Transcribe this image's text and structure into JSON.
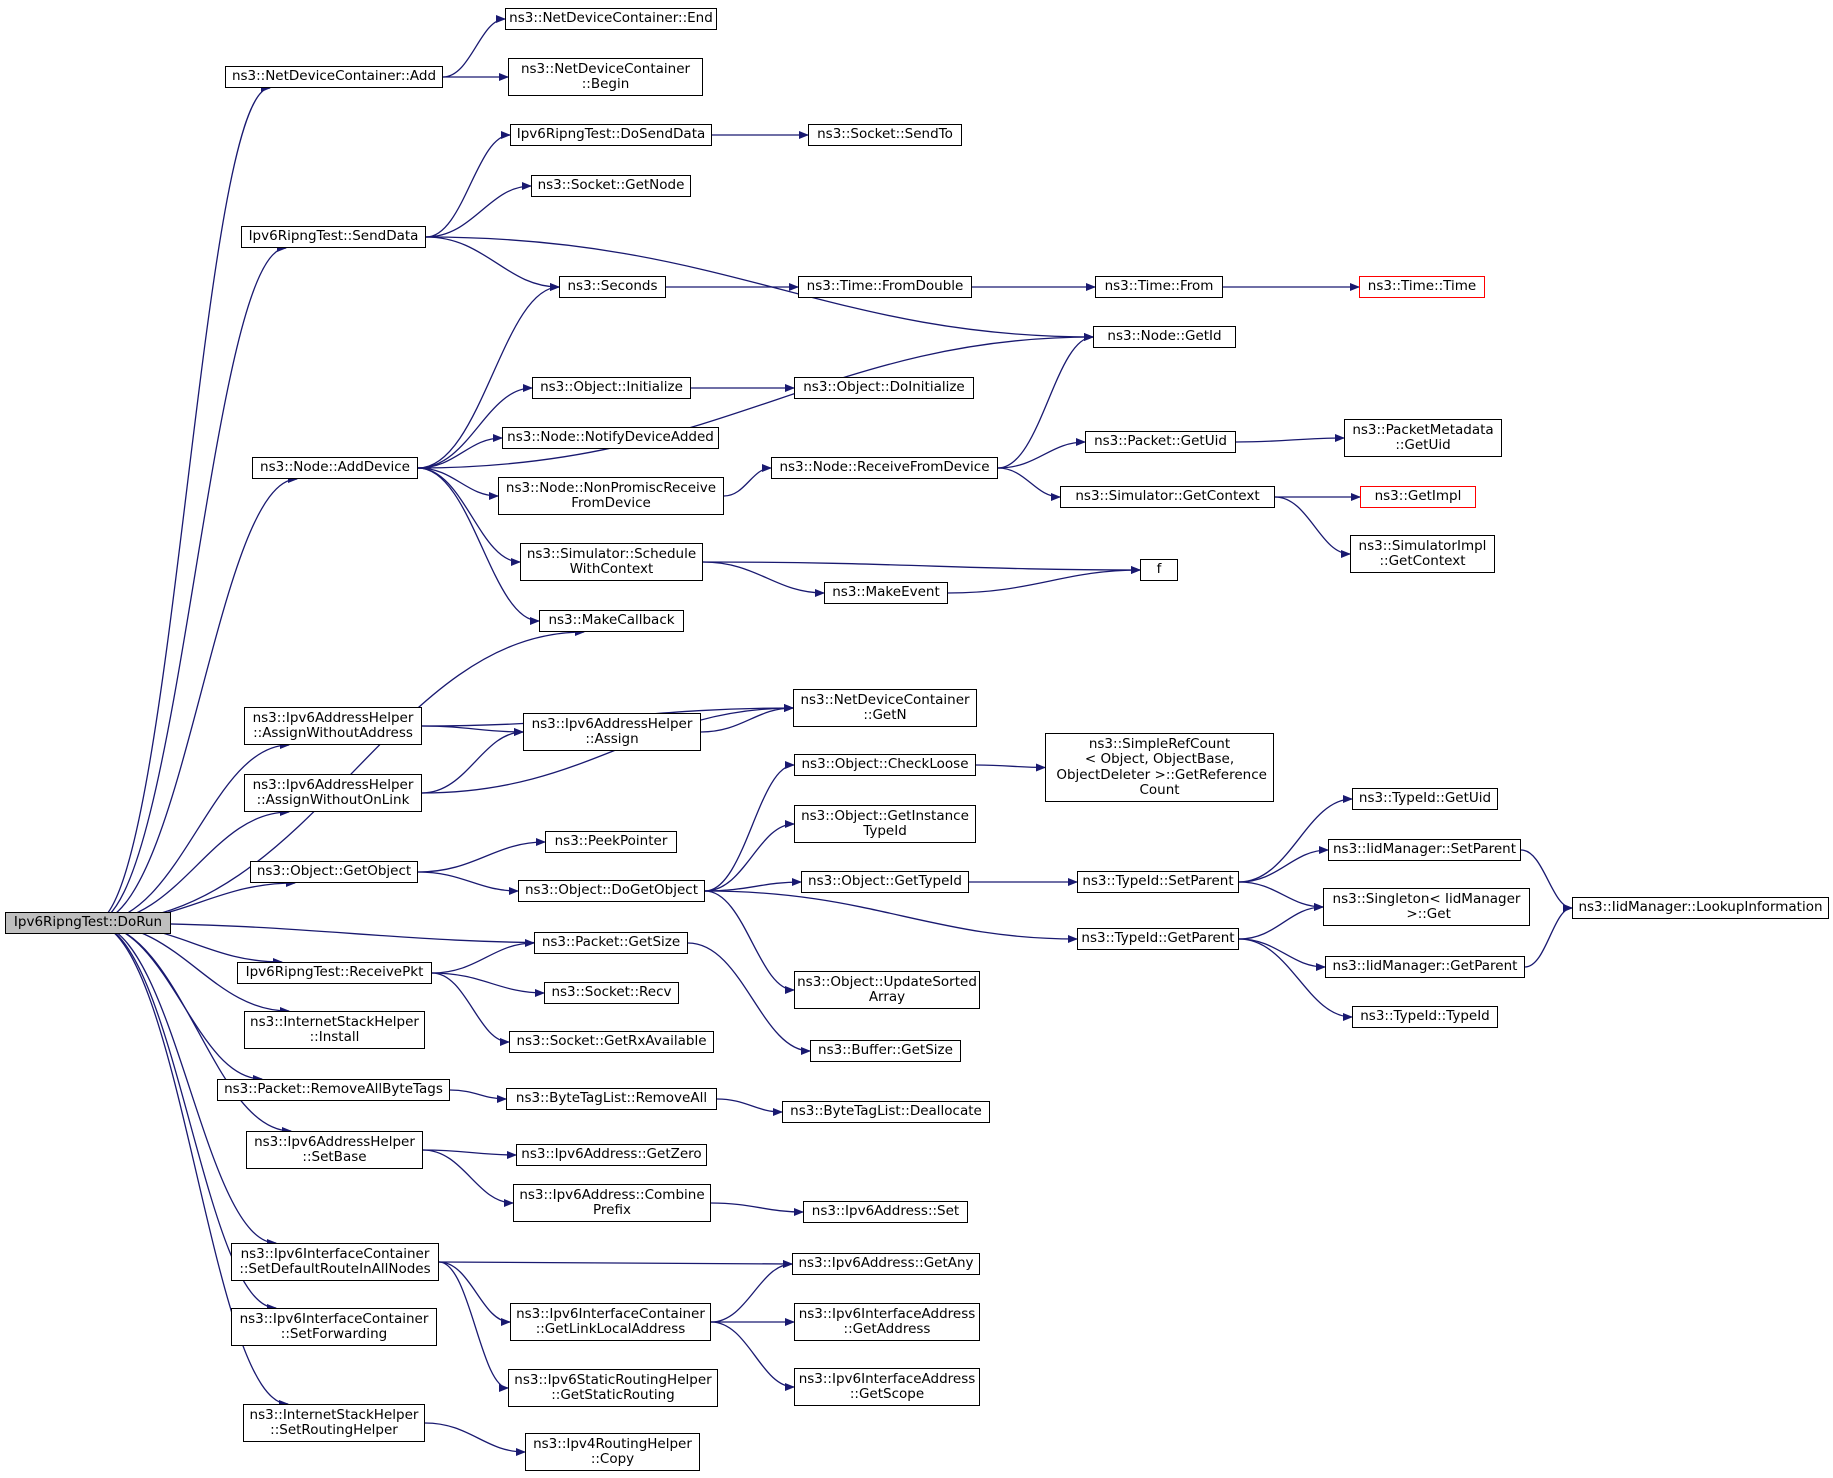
{
  "graph": {
    "colors": {
      "edge": "#191970",
      "node_border": "#000000",
      "root_fill": "#bfbfbf",
      "truncated_border": "#ff0000",
      "background": "#ffffff"
    },
    "root": "doRun",
    "nodes": {
      "doRun": "Ipv6RipngTest::DoRun",
      "ndcAdd": "ns3::NetDeviceContainer::Add",
      "ndcEnd": "ns3::NetDeviceContainer::End",
      "ndcBegin": "ns3::NetDeviceContainer\n::Begin",
      "doSendData": "Ipv6RipngTest::DoSendData",
      "sendTo": "ns3::Socket::SendTo",
      "socketGetNode": "ns3::Socket::GetNode",
      "sendData": "Ipv6RipngTest::SendData",
      "seconds": "ns3::Seconds",
      "fromDouble": "ns3::Time::FromDouble",
      "timeFrom": "ns3::Time::From",
      "timeTime": "ns3::Time::Time",
      "nodeGetId": "ns3::Node::GetId",
      "objInitialize": "ns3::Object::Initialize",
      "objDoInitialize": "ns3::Object::DoInitialize",
      "notifyDeviceAdded": "ns3::Node::NotifyDeviceAdded",
      "addDevice": "ns3::Node::AddDevice",
      "nonPromisc": "ns3::Node::NonPromiscReceive\nFromDevice",
      "receiveFromDevice": "ns3::Node::ReceiveFromDevice",
      "packetGetUid": "ns3::Packet::GetUid",
      "pmGetUid": "ns3::PacketMetadata\n::GetUid",
      "simGetContext": "ns3::Simulator::GetContext",
      "getImpl": "ns3::GetImpl",
      "simImplGetContext": "ns3::SimulatorImpl\n::GetContext",
      "scheduleWithContext": "ns3::Simulator::Schedule\nWithContext",
      "f": "f",
      "makeEvent": "ns3::MakeEvent",
      "makeCallback": "ns3::MakeCallback",
      "assignWithoutAddress": "ns3::Ipv6AddressHelper\n::AssignWithoutAddress",
      "ndcGetN": "ns3::NetDeviceContainer\n::GetN",
      "assign": "ns3::Ipv6AddressHelper\n::Assign",
      "assignWithoutOnLink": "ns3::Ipv6AddressHelper\n::AssignWithoutOnLink",
      "checkLoose": "ns3::Object::CheckLoose",
      "simpleRefCount": "ns3::SimpleRefCount\n< Object, ObjectBase,\n ObjectDeleter >::GetReference\nCount",
      "getInstanceTypeId": "ns3::Object::GetInstance\nTypeId",
      "getObject": "ns3::Object::GetObject",
      "peekPointer": "ns3::PeekPointer",
      "doGetObject": "ns3::Object::DoGetObject",
      "objGetTypeId": "ns3::Object::GetTypeId",
      "typeIdGetUid": "ns3::TypeId::GetUid",
      "iidSetParent": "ns3::IidManager::SetParent",
      "typeIdSetParent": "ns3::TypeId::SetParent",
      "singletonGet": "ns3::Singleton< IidManager\n >::Get",
      "lookupInformation": "ns3::IidManager::LookupInformation",
      "packetGetSize": "ns3::Packet::GetSize",
      "typeIdGetParent": "ns3::TypeId::GetParent",
      "iidGetParent": "ns3::IidManager::GetParent",
      "receivePkt": "Ipv6RipngTest::ReceivePkt",
      "updateSortedArray": "ns3::Object::UpdateSorted\nArray",
      "socketRecv": "ns3::Socket::Recv",
      "typeIdTypeId": "ns3::TypeId::TypeId",
      "ishInstall": "ns3::InternetStackHelper\n::Install",
      "getRxAvailable": "ns3::Socket::GetRxAvailable",
      "bufferGetSize": "ns3::Buffer::GetSize",
      "removeAllByteTags": "ns3::Packet::RemoveAllByteTags",
      "btlRemoveAll": "ns3::ByteTagList::RemoveAll",
      "btlDeallocate": "ns3::ByteTagList::Deallocate",
      "setBase": "ns3::Ipv6AddressHelper\n::SetBase",
      "getZero": "ns3::Ipv6Address::GetZero",
      "combinePrefix": "ns3::Ipv6Address::Combine\nPrefix",
      "ipv6AddrSet": "ns3::Ipv6Address::Set",
      "setDefaultRoute": "ns3::Ipv6InterfaceContainer\n::SetDefaultRouteInAllNodes",
      "getAny": "ns3::Ipv6Address::GetAny",
      "getLinkLocal": "ns3::Ipv6InterfaceContainer\n::GetLinkLocalAddress",
      "ifaceGetAddress": "ns3::Ipv6InterfaceAddress\n::GetAddress",
      "setForwarding": "ns3::Ipv6InterfaceContainer\n::SetForwarding",
      "getStaticRouting": "ns3::Ipv6StaticRoutingHelper\n::GetStaticRouting",
      "ifaceGetScope": "ns3::Ipv6InterfaceAddress\n::GetScope",
      "setRoutingHelper": "ns3::InternetStackHelper\n::SetRoutingHelper",
      "ipv4Copy": "ns3::Ipv4RoutingHelper\n::Copy"
    },
    "truncated": [
      "timeTime",
      "getImpl"
    ],
    "edges": [
      [
        "doRun",
        "ndcAdd"
      ],
      [
        "ndcAdd",
        "ndcEnd"
      ],
      [
        "ndcAdd",
        "ndcBegin"
      ],
      [
        "doRun",
        "sendData"
      ],
      [
        "sendData",
        "doSendData"
      ],
      [
        "doSendData",
        "sendTo"
      ],
      [
        "sendData",
        "socketGetNode"
      ],
      [
        "sendData",
        "nodeGetId"
      ],
      [
        "sendData",
        "seconds"
      ],
      [
        "seconds",
        "fromDouble"
      ],
      [
        "fromDouble",
        "timeFrom"
      ],
      [
        "timeFrom",
        "timeTime"
      ],
      [
        "doRun",
        "addDevice"
      ],
      [
        "addDevice",
        "seconds"
      ],
      [
        "addDevice",
        "nodeGetId"
      ],
      [
        "addDevice",
        "objInitialize"
      ],
      [
        "objInitialize",
        "objDoInitialize"
      ],
      [
        "addDevice",
        "notifyDeviceAdded"
      ],
      [
        "addDevice",
        "nonPromisc"
      ],
      [
        "nonPromisc",
        "receiveFromDevice"
      ],
      [
        "receiveFromDevice",
        "nodeGetId"
      ],
      [
        "receiveFromDevice",
        "packetGetUid"
      ],
      [
        "packetGetUid",
        "pmGetUid"
      ],
      [
        "receiveFromDevice",
        "simGetContext"
      ],
      [
        "simGetContext",
        "getImpl"
      ],
      [
        "simGetContext",
        "simImplGetContext"
      ],
      [
        "addDevice",
        "scheduleWithContext"
      ],
      [
        "scheduleWithContext",
        "f"
      ],
      [
        "scheduleWithContext",
        "makeEvent"
      ],
      [
        "makeEvent",
        "f"
      ],
      [
        "addDevice",
        "makeCallback"
      ],
      [
        "doRun",
        "makeCallback"
      ],
      [
        "doRun",
        "assignWithoutAddress"
      ],
      [
        "assignWithoutAddress",
        "ndcGetN"
      ],
      [
        "assignWithoutAddress",
        "assign"
      ],
      [
        "assign",
        "ndcGetN"
      ],
      [
        "doRun",
        "assignWithoutOnLink"
      ],
      [
        "assignWithoutOnLink",
        "assign"
      ],
      [
        "assignWithoutOnLink",
        "ndcGetN"
      ],
      [
        "doRun",
        "getObject"
      ],
      [
        "getObject",
        "peekPointer"
      ],
      [
        "getObject",
        "doGetObject"
      ],
      [
        "doGetObject",
        "checkLoose"
      ],
      [
        "checkLoose",
        "simpleRefCount"
      ],
      [
        "doGetObject",
        "getInstanceTypeId"
      ],
      [
        "doGetObject",
        "objGetTypeId"
      ],
      [
        "objGetTypeId",
        "typeIdSetParent"
      ],
      [
        "typeIdSetParent",
        "typeIdGetUid"
      ],
      [
        "typeIdSetParent",
        "iidSetParent"
      ],
      [
        "typeIdSetParent",
        "singletonGet"
      ],
      [
        "iidSetParent",
        "lookupInformation"
      ],
      [
        "doGetObject",
        "typeIdGetParent"
      ],
      [
        "typeIdGetParent",
        "singletonGet"
      ],
      [
        "typeIdGetParent",
        "iidGetParent"
      ],
      [
        "iidGetParent",
        "lookupInformation"
      ],
      [
        "typeIdGetParent",
        "typeIdTypeId"
      ],
      [
        "doGetObject",
        "updateSortedArray"
      ],
      [
        "doRun",
        "packetGetSize"
      ],
      [
        "doRun",
        "receivePkt"
      ],
      [
        "receivePkt",
        "packetGetSize"
      ],
      [
        "receivePkt",
        "socketRecv"
      ],
      [
        "receivePkt",
        "getRxAvailable"
      ],
      [
        "packetGetSize",
        "bufferGetSize"
      ],
      [
        "doRun",
        "ishInstall"
      ],
      [
        "doRun",
        "removeAllByteTags"
      ],
      [
        "removeAllByteTags",
        "btlRemoveAll"
      ],
      [
        "btlRemoveAll",
        "btlDeallocate"
      ],
      [
        "doRun",
        "setBase"
      ],
      [
        "setBase",
        "getZero"
      ],
      [
        "setBase",
        "combinePrefix"
      ],
      [
        "combinePrefix",
        "ipv6AddrSet"
      ],
      [
        "doRun",
        "setDefaultRoute"
      ],
      [
        "setDefaultRoute",
        "getAny"
      ],
      [
        "setDefaultRoute",
        "getLinkLocal"
      ],
      [
        "setDefaultRoute",
        "getStaticRouting"
      ],
      [
        "getLinkLocal",
        "getAny"
      ],
      [
        "getLinkLocal",
        "ifaceGetAddress"
      ],
      [
        "getLinkLocal",
        "ifaceGetScope"
      ],
      [
        "doRun",
        "setForwarding"
      ],
      [
        "doRun",
        "setRoutingHelper"
      ],
      [
        "setRoutingHelper",
        "ipv4Copy"
      ]
    ]
  }
}
